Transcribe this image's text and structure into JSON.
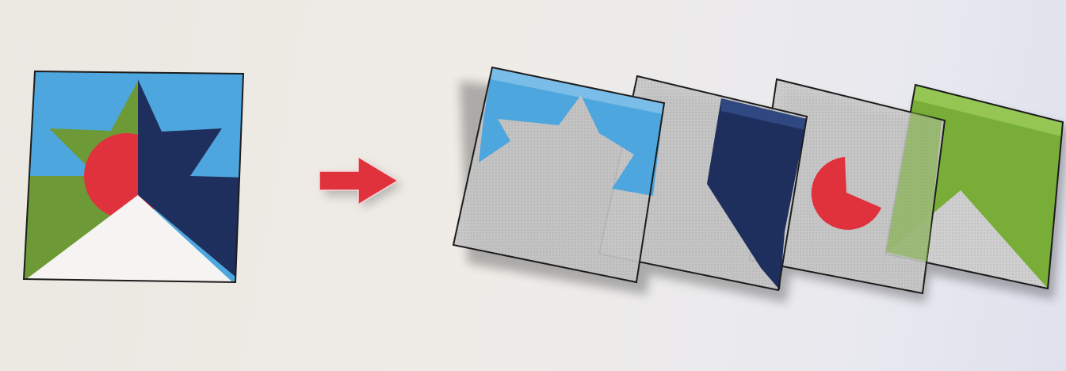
{
  "colors": {
    "sky_blue": "#4da6dd",
    "navy": "#1e2f5e",
    "green": "#6d9a36",
    "layer_green": "#78ad38",
    "red": "#e0323c",
    "white": "#f5f4f2",
    "outline": "#1c1c1c",
    "layer_gray": "#c8c8c8"
  },
  "composite": {
    "shapes": [
      "sky-background",
      "green-star",
      "red-circle",
      "navy-star-half",
      "white-mountain"
    ]
  },
  "arrow": {
    "direction": "right",
    "icon": "right-arrow-icon"
  },
  "layers": [
    {
      "id": "layer-1",
      "content": "blue-star-cutout"
    },
    {
      "id": "layer-2",
      "content": "navy-star-half"
    },
    {
      "id": "layer-3",
      "content": "red-pacman-circle"
    },
    {
      "id": "layer-4",
      "content": "green-mountain"
    }
  ]
}
